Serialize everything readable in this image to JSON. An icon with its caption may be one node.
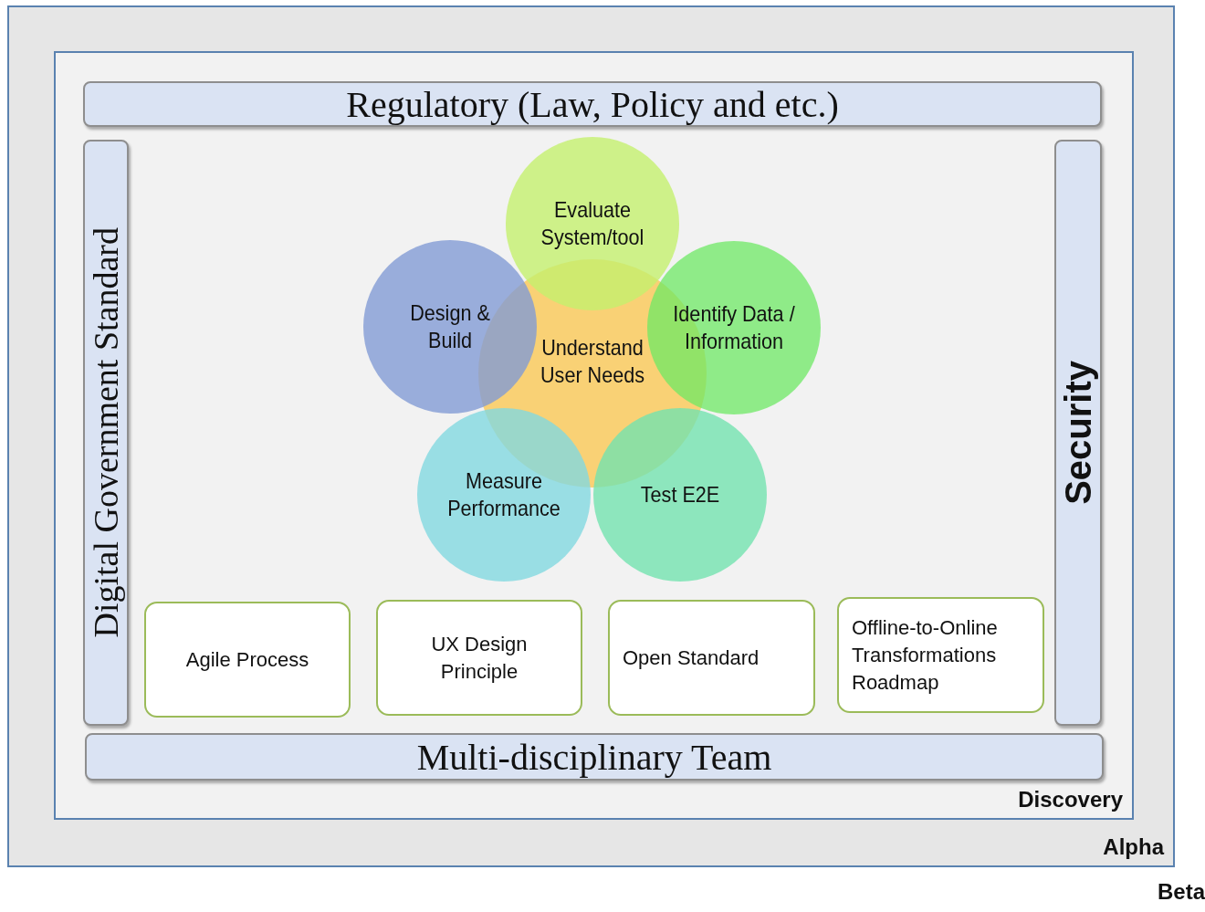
{
  "diagram": {
    "nodes": [
      {
        "text": [
          "Beta"
        ]
      },
      {
        "text": [
          "Alpha"
        ],
        "in": 0
      },
      {
        "text": [
          "Discovery"
        ],
        "in": 1
      },
      {
        "text": [
          "Regulatory (Law, Policy and etc.)"
        ],
        "in": 2
      },
      {
        "text": [
          "Digital Government Standard"
        ],
        "in": 2
      },
      {
        "text": [
          "Security"
        ],
        "in": 2
      },
      {
        "text": [
          "Evaluate System/tool"
        ],
        "in": 2
      },
      {
        "text": [
          "Design & Build"
        ],
        "in": 2
      },
      {
        "text": [
          "Identify Data / Information"
        ],
        "in": 2
      },
      {
        "text": [
          "Understand User Needs"
        ],
        "in": 2
      },
      {
        "text": [
          "Measure Performance"
        ],
        "in": 2
      },
      {
        "text": [
          "Test E2E"
        ],
        "in": 2
      },
      {
        "text": [
          "Agile Process"
        ],
        "in": 2
      },
      {
        "text": [
          "UX Design Principle"
        ],
        "in": 2
      },
      {
        "text": [
          "Open Standard"
        ],
        "in": 2
      },
      {
        "text": [
          "Offline-to-Online Transformations Roadmap"
        ],
        "in": 2
      },
      {
        "text": [
          "Multi-disciplinary Team"
        ],
        "in": 2
      }
    ],
    "edges": []
  }
}
